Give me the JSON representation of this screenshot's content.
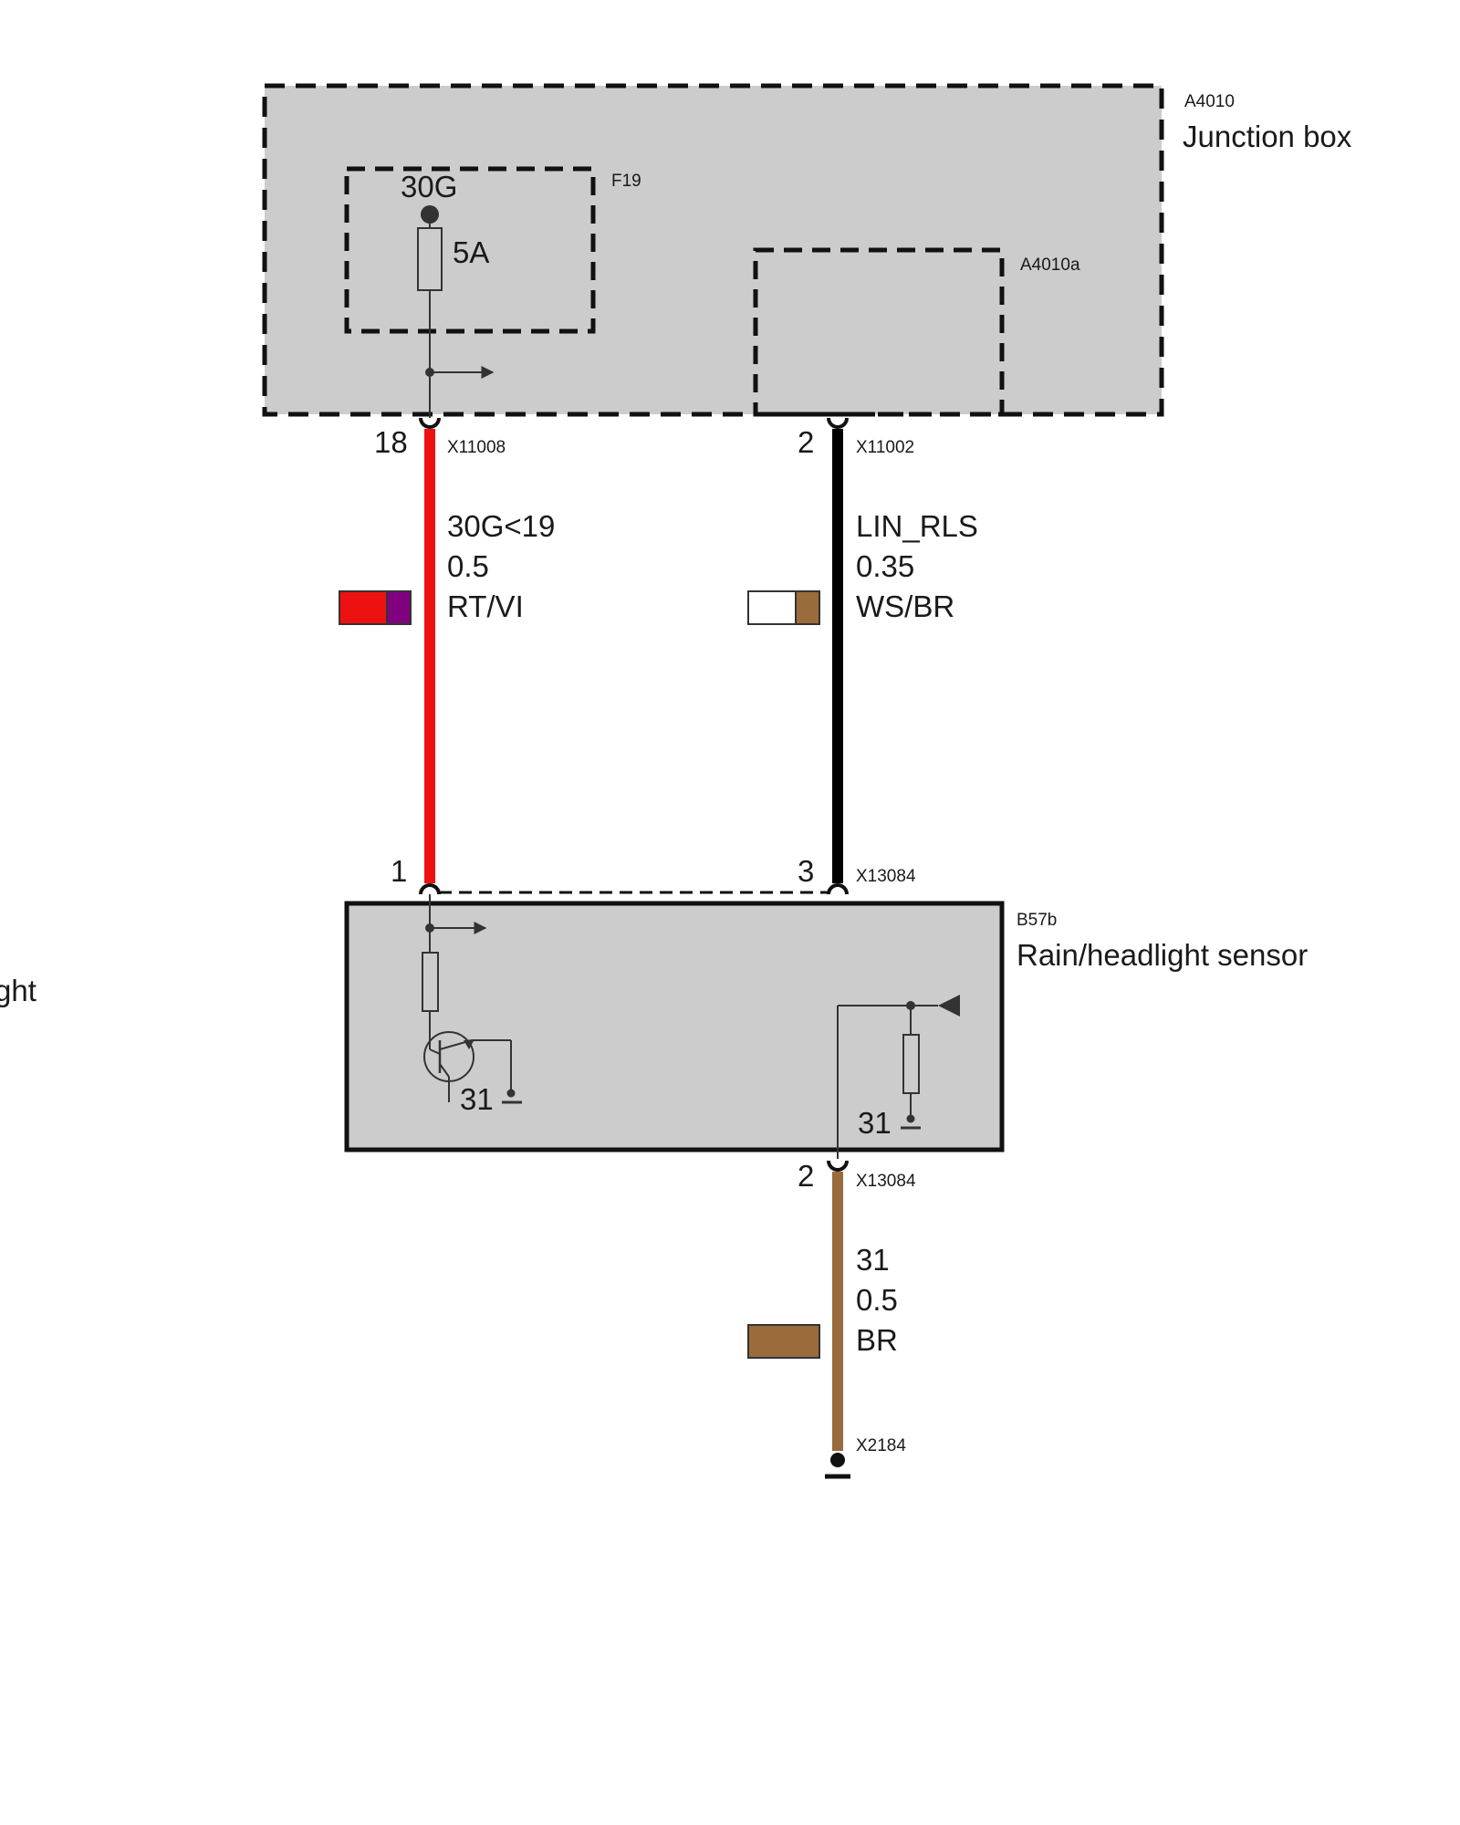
{
  "colors": {
    "box_fill": "#cccccc",
    "wire_red": "#ee1111",
    "wire_black": "#000000",
    "wire_brown": "#9a6b3b",
    "swatch_violet": "#800080",
    "swatch_white": "#ffffff",
    "swatch_brown": "#9a6b3b"
  },
  "junction_box": {
    "id": "A4010",
    "name": "Junction box",
    "fuse_block_id": "F19",
    "fuse_terminal": "30G",
    "fuse_rating": "5A",
    "sub_module_id": "A4010a"
  },
  "sensor": {
    "id": "B57b",
    "name": "Rain/headlight sensor",
    "ground_left": "31",
    "ground_right": "31"
  },
  "wires": [
    {
      "pin_top": "18",
      "connector_top": "X11008",
      "signal": "30G<19",
      "gauge": "0.5",
      "color_code": "RT/VI",
      "pin_bottom": "1"
    },
    {
      "pin_top": "2",
      "connector_top": "X11002",
      "signal": "LIN_RLS",
      "gauge": "0.35",
      "color_code": "WS/BR",
      "pin_bottom": "3",
      "connector_bottom": "X13084"
    },
    {
      "pin_top": "2",
      "connector_top": "X13084",
      "signal": "31",
      "gauge": "0.5",
      "color_code": "BR",
      "ground_connector": "X2184"
    }
  ],
  "edge_fragment": "ght"
}
